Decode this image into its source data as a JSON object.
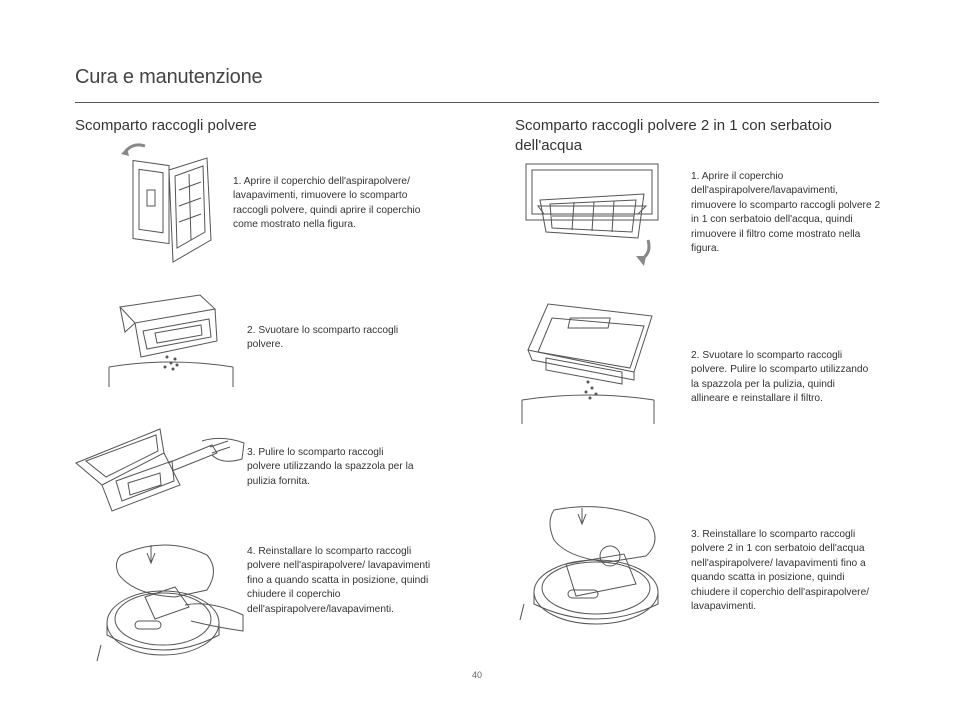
{
  "header": {
    "title": "Cura e manutenzione"
  },
  "left": {
    "title": "Scomparto raccogli polvere",
    "steps": [
      "1. Aprire il coperchio dell'aspirapolvere/ lavapavimenti, rimuovere lo scomparto raccogli polvere, quindi aprire il coperchio come mostrato nella figura.",
      "2. Svuotare lo scomparto raccogli polvere.",
      "3. Pulire lo scomparto raccogli polvere utilizzando la spazzola per la pulizia fornita.",
      "4. Reinstallare lo scomparto raccogli polvere nell'aspirapolvere/ lavapavimenti fino a quando scatta in posizione, quindi chiudere il coperchio dell'aspirapolvere/lavapavimenti."
    ]
  },
  "right": {
    "title": "Scomparto raccogli polvere 2 in 1 con serbatoio dell'acqua",
    "steps": [
      "1. Aprire il coperchio dell'aspirapolvere/lavapavimenti, rimuovere lo scomparto raccogli polvere 2 in 1 con serbatoio dell'acqua, quindi rimuovere il filtro come mostrato nella figura.",
      "2. Svuotare lo scomparto raccogli polvere. Pulire lo scomparto utilizzando la spazzola per la pulizia, quindi allineare e reinstallare il filtro.",
      "3. Reinstallare lo scomparto raccogli polvere 2 in 1 con serbatoio dell'acqua nell'aspirapolvere/ lavapavimenti fino a quando scatta in posizione, quindi chiudere il coperchio dell'aspirapolvere/ lavapavimenti."
    ]
  },
  "footer": {
    "page_number": "40"
  }
}
